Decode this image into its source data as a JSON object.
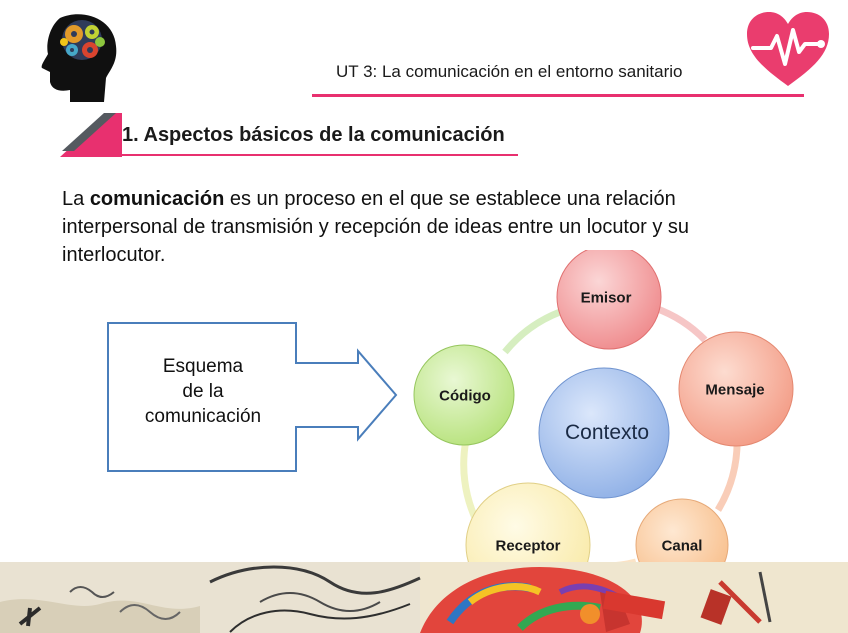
{
  "header": {
    "unit_title": "UT 3: La comunicación en el entorno sanitario"
  },
  "section": {
    "title": "1. Aspectos básicos de la comunicación"
  },
  "intro": {
    "before": "La ",
    "bold": "comunicación",
    "after": " es un proceso en el que se establece una relación interpersonal de transmisión y recepción de ideas entre un locutor y su interlocutor."
  },
  "arrow_box": {
    "line1": "Esquema",
    "line2": "de la",
    "line3": "comunicación"
  },
  "cycle": {
    "center": "Contexto",
    "nodes": [
      "Emisor",
      "Mensaje",
      "Canal",
      "Receptor",
      "Código"
    ]
  },
  "colors": {
    "accent": "#e8306f",
    "arrow_stroke": "#4a7ebb",
    "center_fill": "#a9c4ee",
    "emisor_fill": "#f29a9a",
    "mensaje_fill": "#f7b09c",
    "canal_fill": "#fbd0a8",
    "receptor_fill": "#fdf3c8",
    "codigo_fill": "#c9ec9c"
  },
  "icons": {
    "head_logo": "brain-gears-head-icon",
    "heart_logo": "heart-pulse-icon"
  }
}
